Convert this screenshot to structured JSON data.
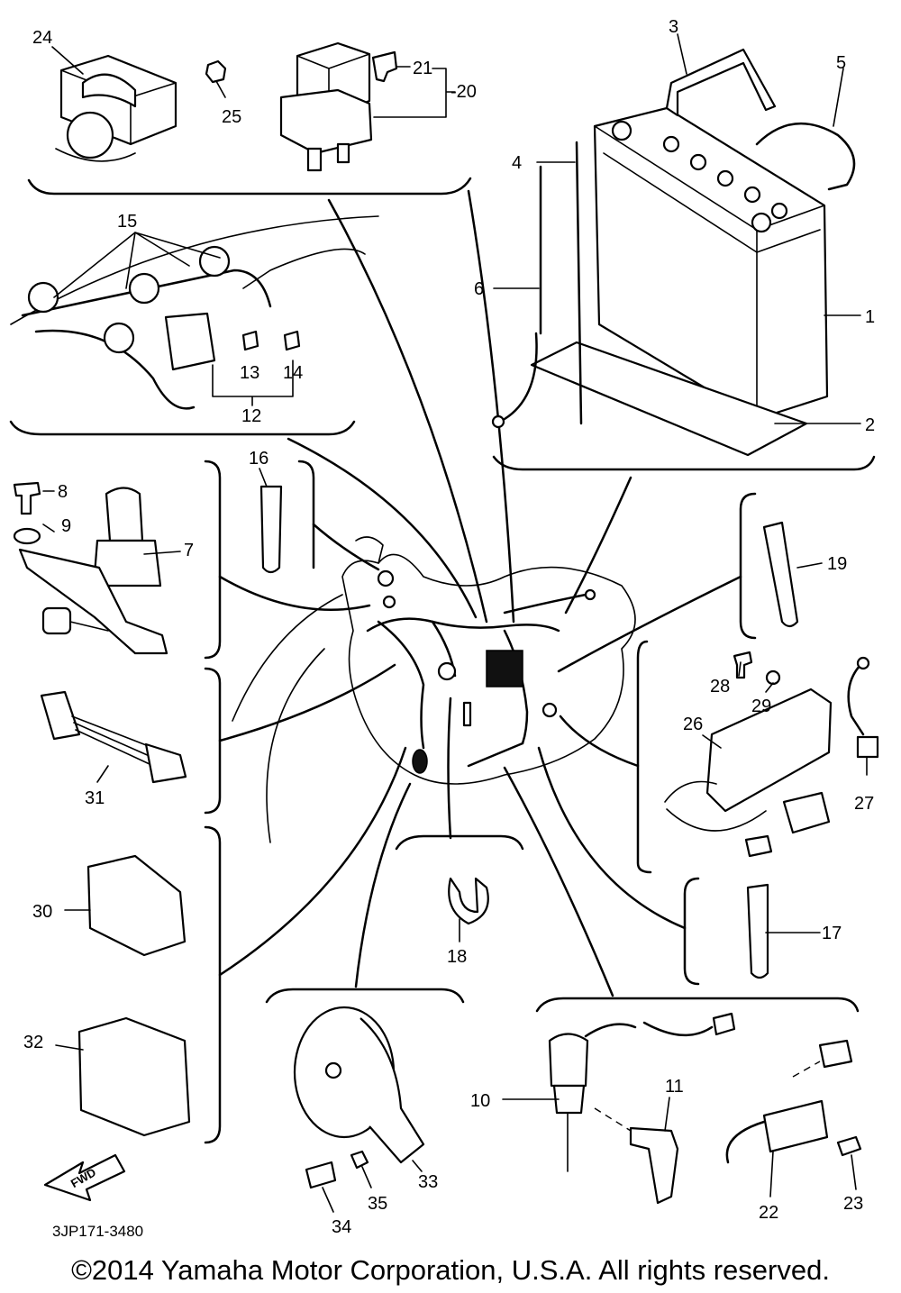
{
  "diagram": {
    "code": "3JP171-3480",
    "fwd_label": "FWD",
    "callouts": {
      "c1": "1",
      "c2": "2",
      "c3": "3",
      "c4": "4",
      "c5": "5",
      "c6": "6",
      "c7": "7",
      "c8": "8",
      "c9": "9",
      "c10": "10",
      "c11": "11",
      "c12": "12",
      "c13": "13",
      "c14": "14",
      "c15": "15",
      "c16": "16",
      "c17": "17",
      "c18": "18",
      "c19": "19",
      "c20": "-20",
      "c21": "21",
      "c22": "22",
      "c23": "23",
      "c24": "24",
      "c25": "25",
      "c26": "26",
      "c27": "27",
      "c28": "28",
      "c29": "29",
      "c30": "30",
      "c31": "31",
      "c32": "32",
      "c33": "33",
      "c34": "34",
      "c35": "35"
    }
  },
  "copyright": "©2014 Yamaha Motor Corporation, U.S.A. All rights reserved."
}
